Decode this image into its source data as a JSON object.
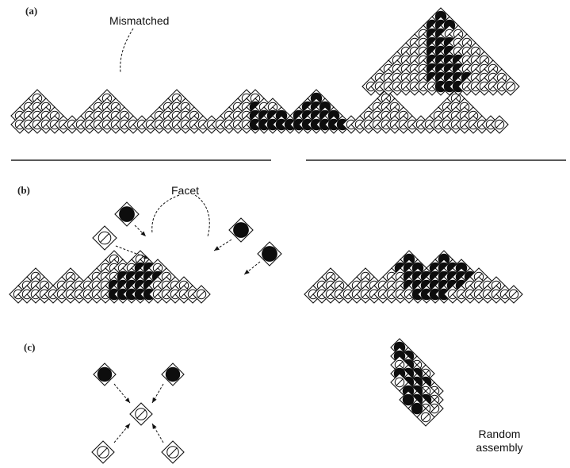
{
  "panels": {
    "a": {
      "label": "(a)",
      "annotation": "Mismatched",
      "left_rows": [
        "...........................................................",
        "..W.......W.......W.......WB......K.......W.......W........",
        ".WWW.....WWW.....WWW.....WWKBB...KKK.....WWW.....WWW.......",
        "WWWWW...WWWWW...WWWWW...WWWKKKK.KKKKK...WWWWW...WWWWW......",
        "WWWWWWWWWWWWWWWWWWWWWWWWWWWKKKKKKKKKKKWWWWWWWWWWWWWWWWWW..."
      ],
      "right_rows": [
        "K",
        "KKK",
        "WKKWW",
        "WWKKKWW",
        "WWWKKKWWW",
        "WWWWKKKKWWW",
        "WWWWWKKKKWWWW",
        "WWWWWWKKKKKWWWW",
        "WWWWWWWWKKKWWWWWW"
      ]
    },
    "b": {
      "label": "(b)",
      "annotation": "Facet",
      "left_rows": [
        "...........W..B.............",
        "..........WWWBKKB...........",
        "..W...W..WWWKKKKKW..........",
        ".WWW.WWWWWWKKKKKWWWW........",
        "WWWWWWWWWWWKKKKKWWWWWW......"
      ],
      "right_rows": [
        "...........K...K............",
        "..........KKK.KKKK..........",
        "..W...W..WWKKKKKKKKW........",
        ".WWW.WWWWWWKKKKKKKWWWW......",
        "WWWWWWWWWWWWKKKKWWWWWWWW...."
      ],
      "free_tiles": [
        {
          "type": "black"
        },
        {
          "type": "white"
        },
        {
          "type": "black"
        },
        {
          "type": "black"
        }
      ]
    },
    "c": {
      "label": "(c)",
      "annotation": "Random\nassembly",
      "annotation_line1": "Random",
      "annotation_line2": "assembly",
      "cluster_tiles": [
        {
          "type": "black"
        },
        {
          "type": "black"
        },
        {
          "type": "white"
        },
        {
          "type": "white"
        },
        {
          "type": "white"
        }
      ],
      "assembly_rows": [
        "KKWW.",
        "KKKKW",
        "WKKWW",
        "KKKKW",
        "WKKW.",
        ".KKW."
      ]
    }
  },
  "colors": {
    "ink": "#111111",
    "tile_fill": "#ffffff",
    "black_fill": "#0d0d0d",
    "divider": "#222222"
  }
}
